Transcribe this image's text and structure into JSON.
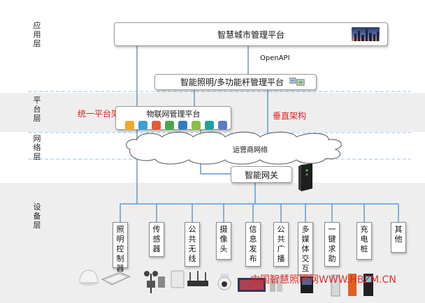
{
  "layers": {
    "application": "应用层",
    "platform": "平台层",
    "network": "网络层",
    "device": "设备层"
  },
  "nodes": {
    "smart_city": "智慧城市管理平台",
    "openapi": "OpenAPI",
    "lighting_platform": "智能照明/多功能杆管理平台",
    "unified_arch": "统一平台架构",
    "iot_platform": "物联网管理平台",
    "vertical_arch": "垂直架构",
    "carrier_network": "运营商网络",
    "gateway": "智能网关"
  },
  "devices": [
    "照明控制器",
    "传感器",
    "公共无线",
    "摄像头",
    "信息发布",
    "公共广播",
    "多媒体交互",
    "一键求助",
    "充电桩",
    "其他"
  ],
  "watermark": "中国智慧照明网WWW.HBZM.CN",
  "colors": {
    "accent_red": "#e02020",
    "line_blue": "#5b9bd5",
    "band_gray": "#eeeeee",
    "dash_blue": "#9dc3e6"
  }
}
